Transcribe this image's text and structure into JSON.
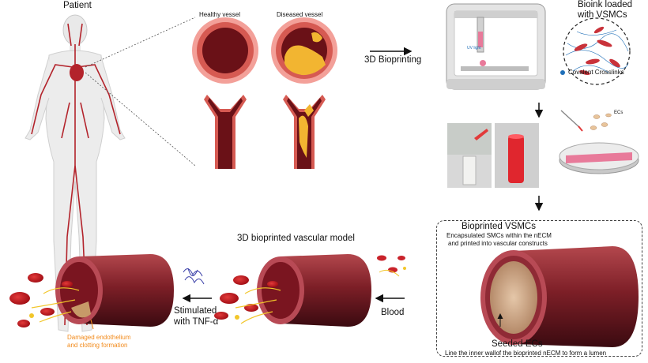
{
  "labels": {
    "patient": "Patient",
    "healthy_vessel": "Healthy vessel",
    "diseased_vessel": "Diseased vessel",
    "bioprinting": "3D Bioprinting",
    "bioink_line1": "Bioink loaded",
    "bioink_line2": "with VSMCs",
    "covalent": "Covalent Crosslinks",
    "uv_light": "UV light",
    "ecs": "ECs",
    "model_title": "3D bioprinted vascular model",
    "bioprinted_vsmcs": "Bioprinted VSMCs",
    "encap_line1": "Encapsulated SMCs within the nECM",
    "encap_line2": "and printed into vascular constructs",
    "seeded_ecs": "Seeded ECs",
    "seeded_desc": "Line the inner wallof the bioprinted nECM to form a lumen",
    "blood": "Blood",
    "stim_line1": "Stimulated",
    "stim_line2": "with TNF-α",
    "damaged_line1": "Damaged endothelium",
    "damaged_line2": "and clotting formation"
  },
  "colors": {
    "vessel_wall": "#8b1c1c",
    "lumen": "#5e0f12",
    "plaque": "#f2b531",
    "annotation_orange": "#f28a1a",
    "crosslink_blue": "#1f6fb8",
    "gel_pink": "#e87a9a"
  }
}
